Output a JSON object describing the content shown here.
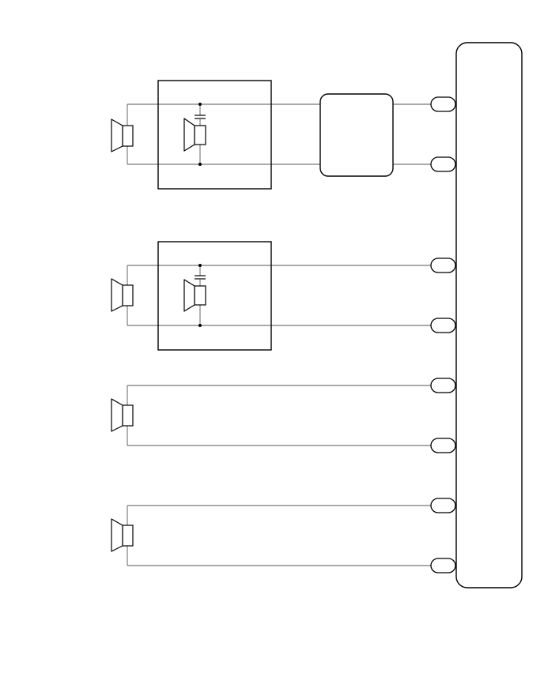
{
  "diagram": {
    "kind": "speaker wiring schematic",
    "line_color": "#000000",
    "wire_color": "#555555",
    "background_color": "#ffffff",
    "channels": [
      {
        "id": "ch1",
        "speaker_icon": "speaker-icon",
        "crossover": true,
        "inline_module": true
      },
      {
        "id": "ch2",
        "speaker_icon": "speaker-icon",
        "crossover": true,
        "inline_module": false
      },
      {
        "id": "ch3",
        "speaker_icon": "speaker-icon",
        "crossover": false,
        "inline_module": false
      },
      {
        "id": "ch4",
        "speaker_icon": "speaker-icon",
        "crossover": false,
        "inline_module": false
      }
    ],
    "connector_block": {
      "terminal_count": 8,
      "icon": "terminal-icon"
    },
    "tweeter_icon": "tweeter-icon",
    "capacitor_icon": "capacitor-icon"
  }
}
